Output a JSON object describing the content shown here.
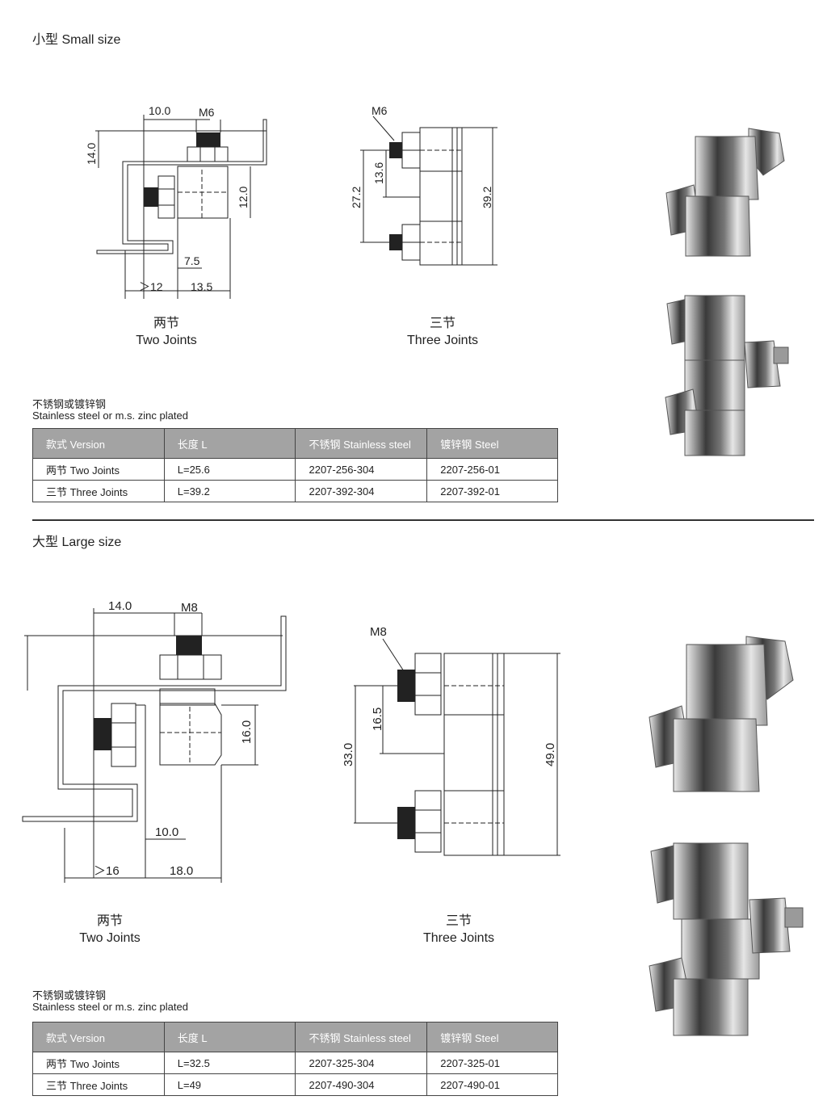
{
  "small": {
    "heading": "小型 Small size",
    "two_joints": {
      "cn": "两节",
      "en": "Two Joints"
    },
    "three_joints": {
      "cn": "三节",
      "en": "Three Joints"
    },
    "dims_two": {
      "d1": "10.0",
      "d2": "M6",
      "d3": "14.0",
      "d4": "12.0",
      "d5": "7.5",
      "d6": "＞12",
      "d7": "13.5"
    },
    "dims_three": {
      "d1": "M6",
      "d2": "13.6",
      "d3": "27.2",
      "d4": "39.2"
    },
    "material_cn": "不锈钢或镀锌钢",
    "material_en": "Stainless steel or m.s. zinc plated",
    "table": {
      "headers": [
        "款式 Version",
        "长度 L",
        "不锈钢 Stainless steel",
        "镀锌钢 Steel"
      ],
      "rows": [
        [
          "两节  Two Joints",
          "L=25.6",
          "2207-256-304",
          "2207-256-01"
        ],
        [
          "三节  Three Joints",
          "L=39.2",
          "2207-392-304",
          "2207-392-01"
        ]
      ]
    }
  },
  "large": {
    "heading": "大型 Large size",
    "two_joints": {
      "cn": "两节",
      "en": "Two Joints"
    },
    "three_joints": {
      "cn": "三节",
      "en": "Three Joints"
    },
    "dims_two": {
      "d1": "14.0",
      "d2": "M8",
      "d4": "16.0",
      "d5": "10.0",
      "d6": "＞16",
      "d7": "18.0"
    },
    "dims_three": {
      "d1": "M8",
      "d2": "16.5",
      "d3": "33.0",
      "d4": "49.0"
    },
    "material_cn": "不锈钢或镀锌钢",
    "material_en": "Stainless steel or m.s. zinc plated",
    "table": {
      "headers": [
        "款式 Version",
        "长度 L",
        "不锈钢 Stainless steel",
        "镀锌钢 Steel"
      ],
      "rows": [
        [
          "两节  Two Joints",
          "L=32.5",
          "2207-325-304",
          "2207-325-01"
        ],
        [
          "三节  Three Joints",
          "L=49",
          "2207-490-304",
          "2207-490-01"
        ]
      ]
    }
  },
  "colors": {
    "table_header": "#a3a3a3",
    "line": "#222222",
    "divider": "#333333"
  }
}
